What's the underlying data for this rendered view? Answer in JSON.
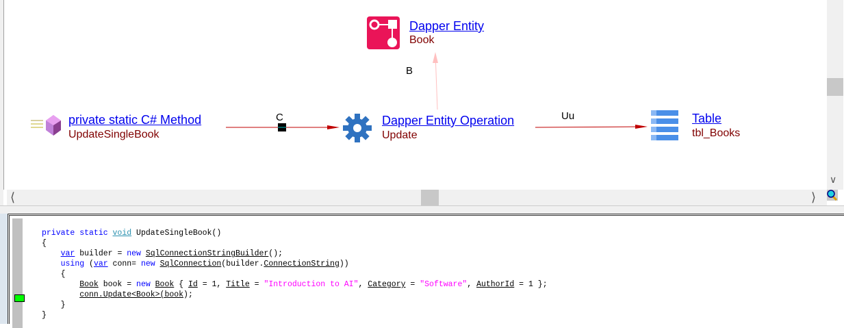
{
  "diagram": {
    "nodes": [
      {
        "title": " private static C# Method",
        "subtitle": "UpdateSingleBook",
        "icon": "csharp-method-icon"
      },
      {
        "title": "Dapper Entity Operation",
        "subtitle": "Update",
        "icon": "gear-icon"
      },
      {
        "title": "Dapper Entity",
        "subtitle": "Book",
        "icon": "entity-icon"
      },
      {
        "title": "Table",
        "subtitle": "tbl_Books",
        "icon": "table-icon"
      }
    ],
    "edges": [
      {
        "label": "C",
        "color": "#c00000"
      },
      {
        "label": "B",
        "color": "#ffc0c0"
      },
      {
        "label": "Uu",
        "color": "#c00000"
      }
    ]
  },
  "code": {
    "lines": [
      [
        [
          "kw",
          "private static "
        ],
        [
          "tyv",
          "void"
        ],
        [
          "pl",
          " UpdateSingleBook()"
        ]
      ],
      [
        [
          "pl",
          "{"
        ]
      ],
      [
        [
          "pl",
          "    "
        ],
        [
          "kwu",
          "var"
        ],
        [
          "pl",
          " builder = "
        ],
        [
          "kw",
          "new "
        ],
        [
          "ty",
          "SqlConnectionStringBuilder"
        ],
        [
          "pl",
          "();"
        ]
      ],
      [
        [
          "pl",
          "    "
        ],
        [
          "kw",
          "using"
        ],
        [
          "pl",
          " ("
        ],
        [
          "kwu",
          "var"
        ],
        [
          "pl",
          " conn= "
        ],
        [
          "kw",
          "new "
        ],
        [
          "ty",
          "SqlConnection"
        ],
        [
          "pl",
          "(builder."
        ],
        [
          "ty",
          "ConnectionString"
        ],
        [
          "pl",
          "))"
        ]
      ],
      [
        [
          "pl",
          "    {"
        ]
      ],
      [
        [
          "pl",
          "        "
        ],
        [
          "ty",
          "Book"
        ],
        [
          "pl",
          " book = "
        ],
        [
          "kw",
          "new "
        ],
        [
          "ty",
          "Book"
        ],
        [
          "pl",
          " { "
        ],
        [
          "ty",
          "Id"
        ],
        [
          "pl",
          " = 1, "
        ],
        [
          "ty",
          "Title"
        ],
        [
          "pl",
          " = "
        ],
        [
          "str",
          "\"Introduction to AI\""
        ],
        [
          "pl",
          ", "
        ],
        [
          "ty",
          "Category"
        ],
        [
          "pl",
          " = "
        ],
        [
          "str",
          "\"Software\""
        ],
        [
          "pl",
          ", "
        ],
        [
          "ty",
          "AuthorId"
        ],
        [
          "pl",
          " = 1 };"
        ]
      ],
      [
        [
          "pl",
          "        "
        ],
        [
          "ty",
          "conn.Update<Book>(book"
        ],
        [
          "pl",
          ");"
        ]
      ],
      [
        [
          "pl",
          "    }"
        ]
      ],
      [
        [
          "pl",
          "}"
        ]
      ]
    ]
  }
}
